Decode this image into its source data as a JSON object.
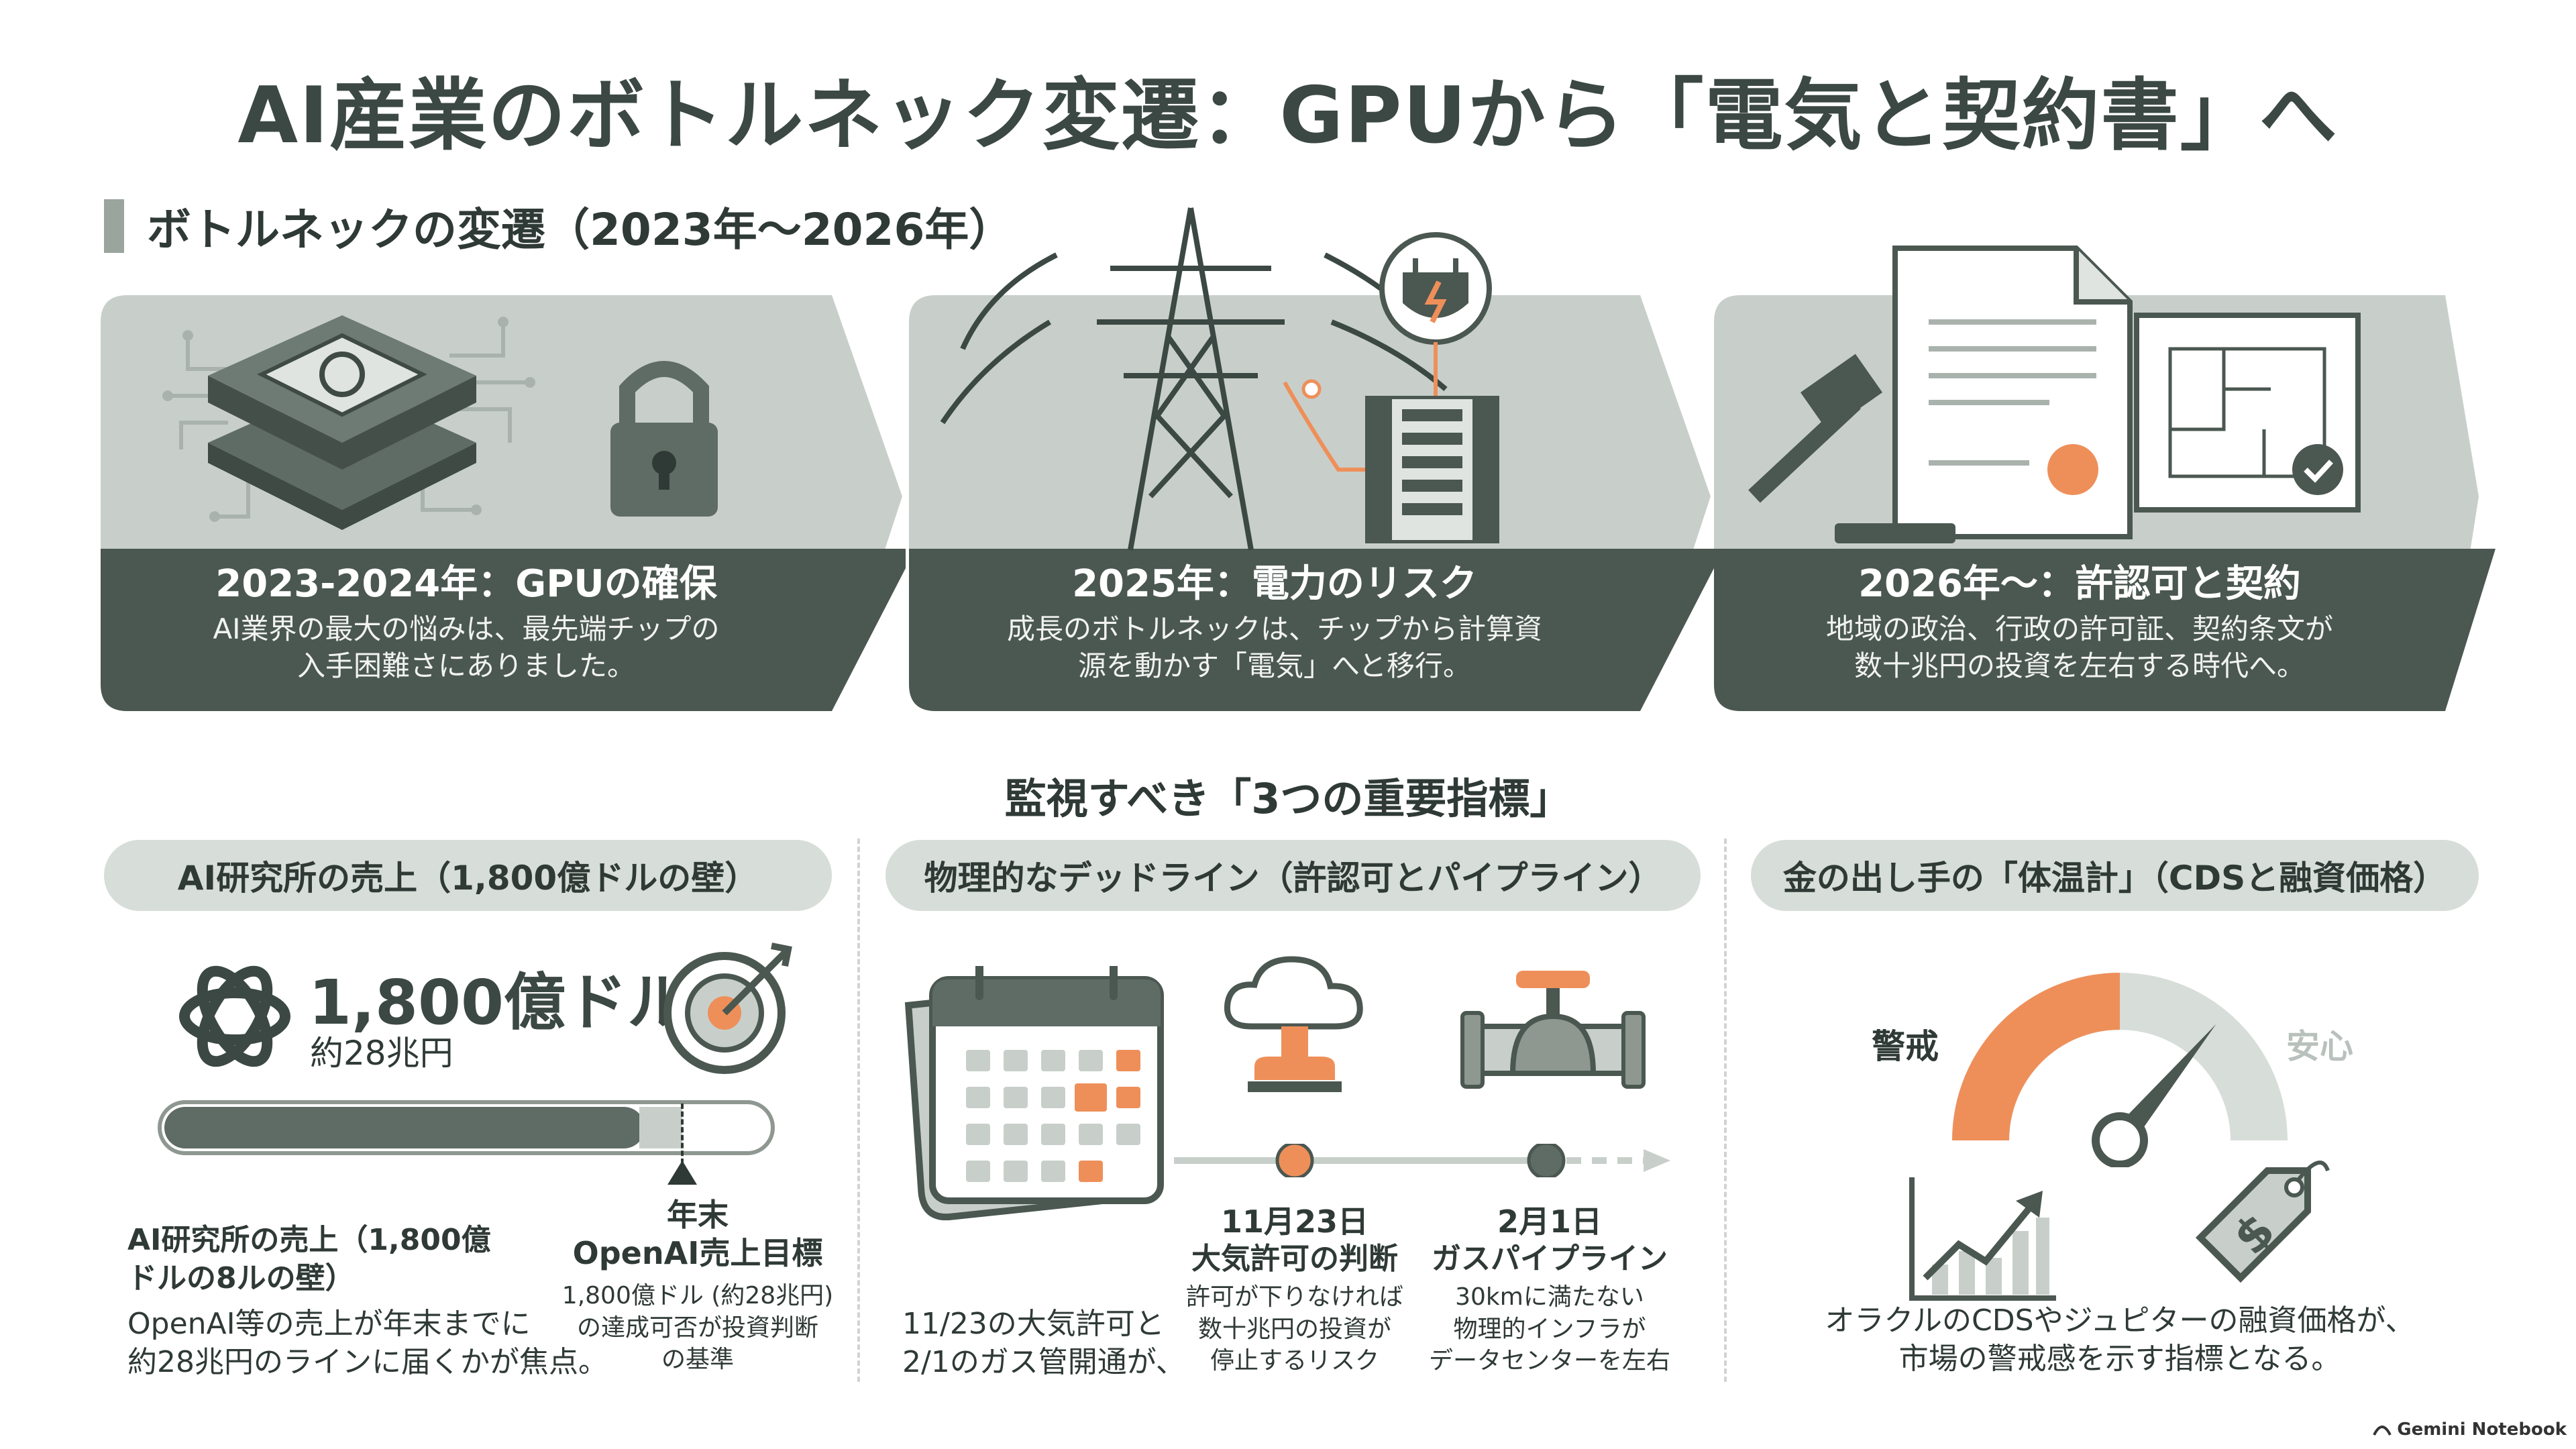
{
  "title": "AI産業のボトルネック変遷：GPUから「電気と契約書」へ",
  "section": "ボトルネックの変遷（2023年〜2026年）",
  "stages": [
    {
      "title": "2023-2024年：GPUの確保",
      "desc1": "AI業界の最大の悩みは、最先端チップの",
      "desc2": "入手困難さにありました。"
    },
    {
      "title": "2025年：電力のリスク",
      "desc1": "成長のボトルネックは、チップから計算資",
      "desc2": "源を動かす「電気」へと移行。"
    },
    {
      "title": "2026年〜：許認可と契約",
      "desc1": "地域の政治、行政の許可証、契約条文が",
      "desc2": "数十兆円の投資を左右する時代へ。"
    }
  ],
  "indicators_title": "監視すべき「3つの重要指標」",
  "indicators": [
    {
      "label": "AI研究所の売上（1,800億ドルの壁）"
    },
    {
      "label": "物理的なデッドライン（許認可とパイプライン）"
    },
    {
      "label": "金の出し手の「体温計」（CDSと融資価格）"
    }
  ],
  "revenue": {
    "amount": "1,800億ドル",
    "yen": "約28兆円",
    "progress": 0.84,
    "marker_label1": "年末",
    "marker_label2": "OpenAI売上目標",
    "marker_desc1": "1,800億ドル (約28兆円)",
    "marker_desc2": "の達成可否が投資判断",
    "marker_desc3": "の基準",
    "heading1": "AI研究所の売上（1,800億",
    "heading2": "ドルの8ルの壁）",
    "body1": "OpenAI等の売上が年末までに",
    "body2": "約28兆円のラインに届くかが焦点。"
  },
  "deadline": {
    "left1": "11/23の大気許可と",
    "left2": "2/1のガス管開通が、",
    "e1_date": "11月23日",
    "e1_name": "大気許可の判断",
    "e1_d1": "許可が下りなければ",
    "e1_d2": "数十兆円の投資が",
    "e1_d3": "停止するリスク",
    "e2_date": "2月1日",
    "e2_name": "ガスパイプライン",
    "e2_d1": "30kmに満たない",
    "e2_d2": "物理的インフラが",
    "e2_d3": "データセンターを左右"
  },
  "gauge": {
    "warn": "警戒",
    "safe": "安心",
    "level": 0.72,
    "desc1": "オラクルのCDSやジュピターの融資価格が、",
    "desc2": "市場の警戒感を示す指標となる。"
  },
  "credit": "Gemini Notebook",
  "colors": {
    "accent": "#ee8f5a",
    "dark": "#4b5751",
    "light": "#c8cfca",
    "pill": "#d7ddd8"
  }
}
